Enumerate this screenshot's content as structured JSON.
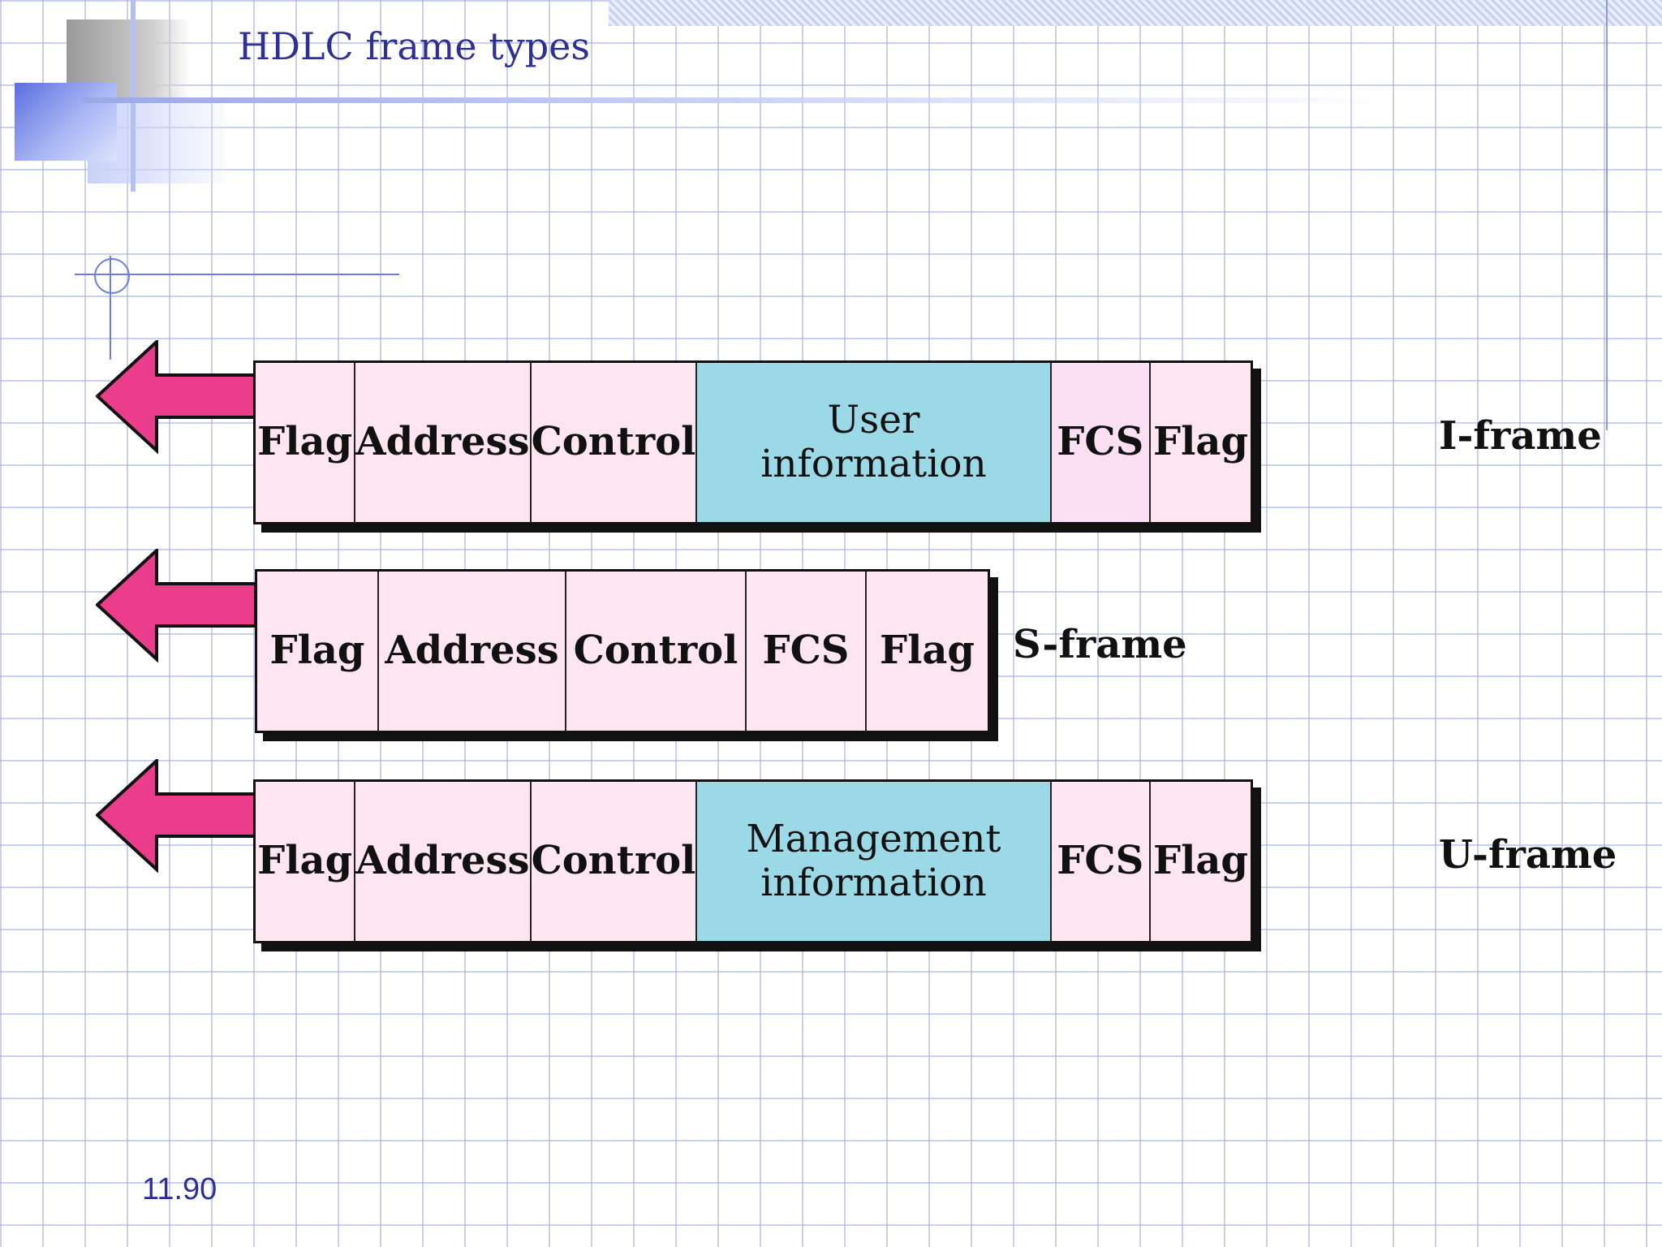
{
  "title": "HDLC frame types",
  "slide_number": "11.90",
  "frames": [
    {
      "label": "I-frame",
      "fields": [
        "Flag",
        "Address",
        "Control",
        "User\ninformation",
        "FCS",
        "Flag"
      ]
    },
    {
      "label": "S-frame",
      "fields": [
        "Flag",
        "Address",
        "Control",
        "FCS",
        "Flag"
      ]
    },
    {
      "label": "U-frame",
      "fields": [
        "Flag",
        "Address",
        "Control",
        "Management\ninformation",
        "FCS",
        "Flag"
      ]
    }
  ],
  "colors": {
    "title": "#2e3192",
    "field_fill": "#fde6ef",
    "info_fill": "#9bd9e6",
    "arrow_fill": "#ec3d8c",
    "outline": "#111111"
  },
  "icons": {
    "direction_arrow": "left-arrow-icon"
  }
}
